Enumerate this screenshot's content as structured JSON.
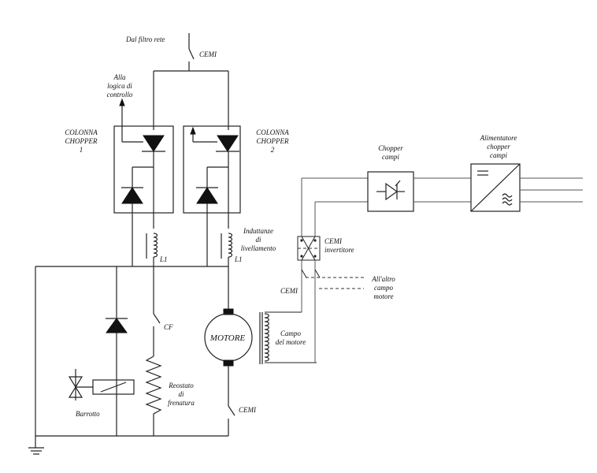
{
  "labels": {
    "dal_filtro_rete": "Dal filtro rete",
    "cemi_top": "CEMI",
    "alla_logica": [
      "Alla",
      "logica di",
      "controllo"
    ],
    "colonna_chopper_1": [
      "COLONNA",
      "CHOPPER",
      "1"
    ],
    "colonna_chopper_2": [
      "COLONNA",
      "CHOPPER",
      "2"
    ],
    "induttanze": [
      "Induttanze",
      "di",
      "livellamento"
    ],
    "l1_left": "L1",
    "l1_right": "L1",
    "chopper_campi": [
      "Chopper",
      "campi"
    ],
    "alimentatore": [
      "Alimentatore",
      "chopper",
      "campi"
    ],
    "cemi_invertitore": [
      "CEMI",
      "invertitore"
    ],
    "all_altro": [
      "All'altro",
      "campo",
      "motore"
    ],
    "cemi_mid": "CEMI",
    "campo_motore": [
      "Campo",
      "del motore"
    ],
    "motore": "MOTORE",
    "cf": "CF",
    "reostato": [
      "Reostato",
      "di",
      "frenatura"
    ],
    "barrotto": "Barrotto",
    "cemi_bottom": "CEMI"
  },
  "colors": {
    "line": "#222222",
    "background": "#ffffff"
  }
}
